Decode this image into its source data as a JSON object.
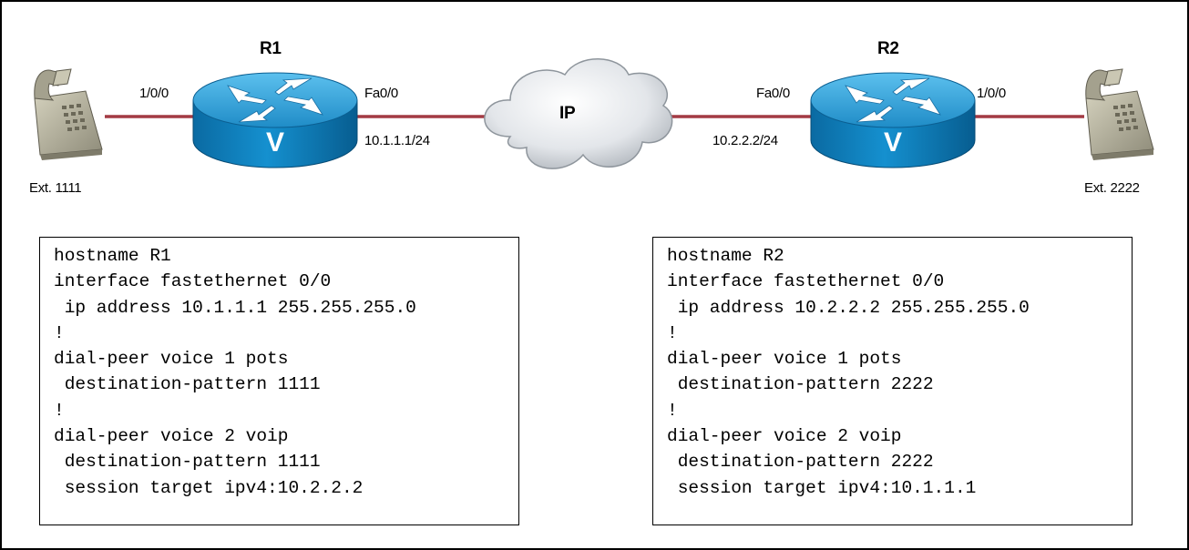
{
  "routers": {
    "r1": {
      "name": "R1",
      "voice_glyph": "V",
      "voice_port": "1/0/0",
      "lan_port": "Fa0/0",
      "lan_ip": "10.1.1.1/24"
    },
    "r2": {
      "name": "R2",
      "voice_glyph": "V",
      "voice_port": "1/0/0",
      "lan_port": "Fa0/0",
      "lan_ip": "10.2.2.2/24"
    }
  },
  "cloud": {
    "label": "IP"
  },
  "phones": {
    "left": {
      "extension": "Ext. 1111"
    },
    "right": {
      "extension": "Ext. 2222"
    }
  },
  "colors": {
    "link": "#a33a44",
    "router_top": "#2f9fd6",
    "router_body": "#0c79b5",
    "phone": "#b9b6a2"
  },
  "config": {
    "r1": {
      "lines": [
        "hostname R1",
        "interface fastethernet 0/0",
        " ip address 10.1.1.1 255.255.255.0",
        "!",
        "dial-peer voice 1 pots",
        " destination-pattern 1111",
        "!",
        "dial-peer voice 2 voip",
        " destination-pattern 1111",
        " session target ipv4:10.2.2.2"
      ]
    },
    "r2": {
      "lines": [
        "hostname R2",
        "interface fastethernet 0/0",
        " ip address 10.2.2.2 255.255.255.0",
        "!",
        "dial-peer voice 1 pots",
        " destination-pattern 2222",
        "!",
        "dial-peer voice 2 voip",
        " destination-pattern 2222",
        " session target ipv4:10.1.1.1"
      ]
    }
  }
}
